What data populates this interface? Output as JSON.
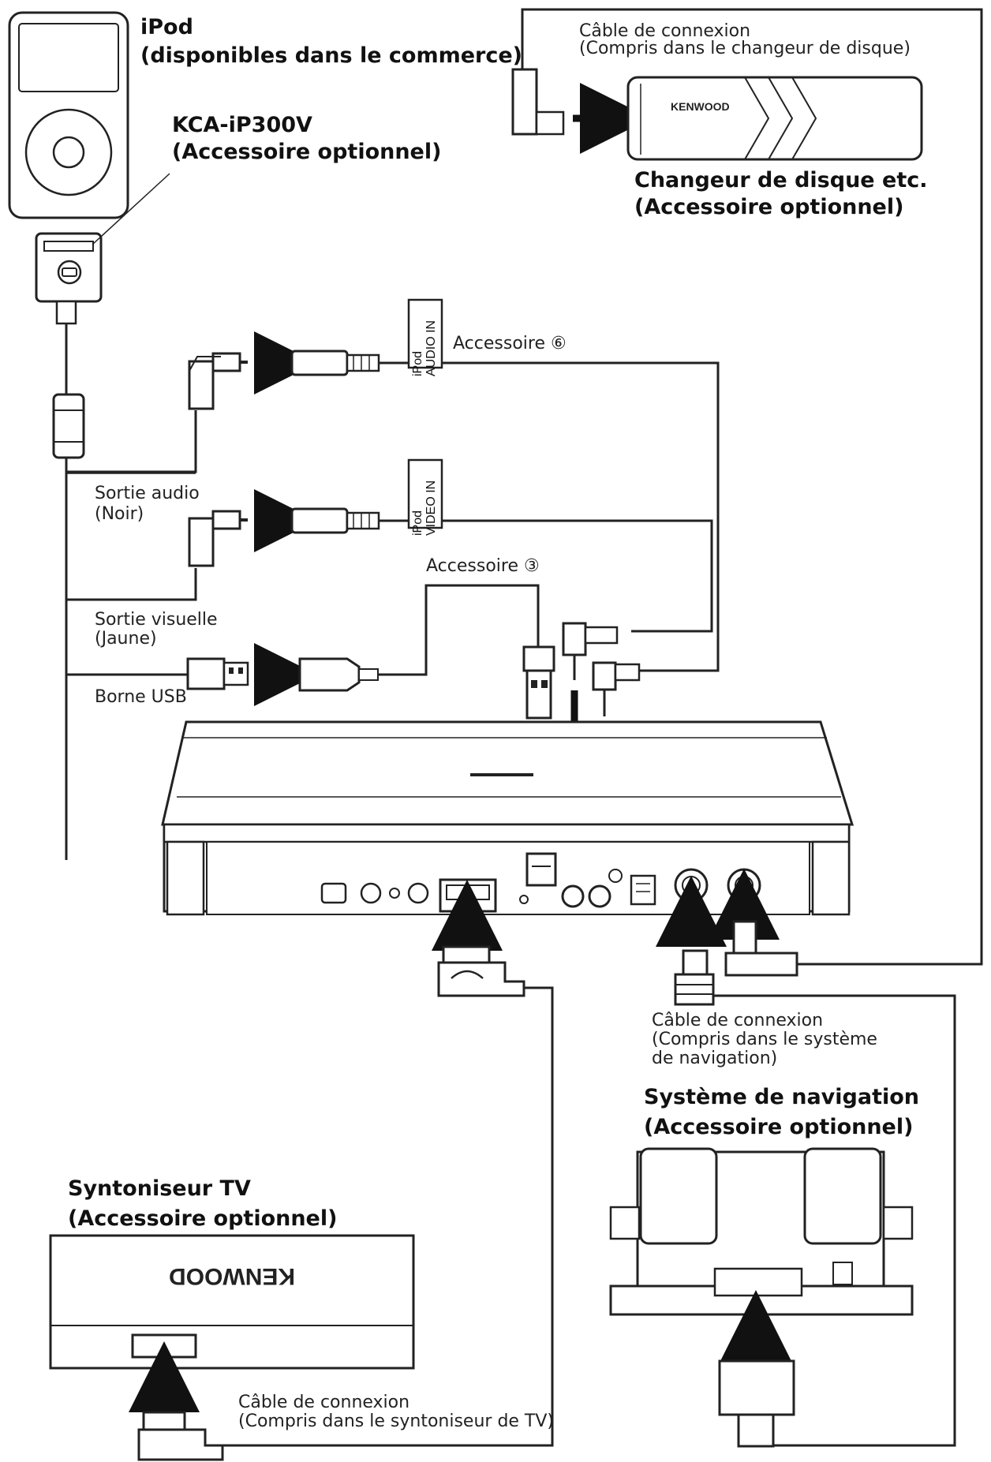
{
  "labels": {
    "ipod_line1": "iPod",
    "ipod_line2": "(disponibles dans le commerce)",
    "kca_line1": "KCA-iP300V",
    "kca_line2": "(Accessoire optionnel)",
    "changer_cable_line1": "Câble de connexion",
    "changer_cable_line2": "(Compris dans le changeur de disque)",
    "changer_line1": "Changeur de disque etc.",
    "changer_line2": "(Accessoire optionnel)",
    "audio_in_port_line1": "iPod",
    "audio_in_port_line2": "AUDIO IN",
    "video_in_port_line1": "iPod",
    "video_in_port_line2": "VIDEO IN",
    "accessory6": "Accessoire ⑥",
    "accessory3": "Accessoire ③",
    "audio_out_line1": "Sortie audio",
    "audio_out_line2": "(Noir)",
    "video_out_line1": "Sortie visuelle",
    "video_out_line2": "(Jaune)",
    "usb_terminal": "Borne USB",
    "nav_cable_line1": "Câble de connexion",
    "nav_cable_line2": "(Compris dans le système",
    "nav_cable_line3": "de navigation)",
    "nav_line1": "Système de navigation",
    "nav_line2": "(Accessoire optionnel)",
    "tv_line1": "Syntoniseur TV",
    "tv_line2": "(Accessoire optionnel)",
    "tv_cable_line1": "Câble de connexion",
    "tv_cable_line2": "(Compris dans le syntoniseur de TV)"
  },
  "logos": {
    "changer": "KENWOOD",
    "tv_tuner": "KENWOOD"
  },
  "icons": {
    "arrow": "arrow-right-icon",
    "arrow_up": "arrow-up-icon",
    "arrow_down": "arrow-down-icon"
  }
}
